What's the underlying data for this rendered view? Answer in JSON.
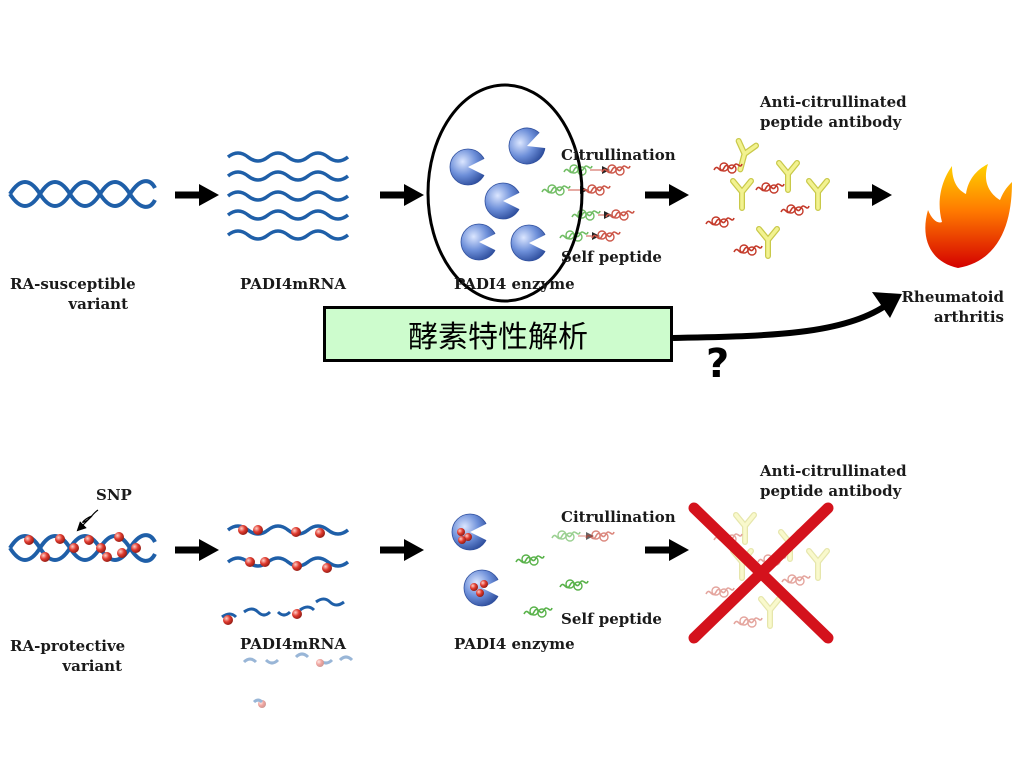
{
  "top_row": {
    "dna_label": [
      "RA-susceptible",
      "variant"
    ],
    "mrna_label": "PADI4mRNA",
    "enzyme_label": "PADI4 enzyme",
    "citrullination": "Citrullination",
    "self_peptide": "Self peptide",
    "antibody_label": [
      "Anti-citrullinated",
      "peptide antibody"
    ],
    "disease_label": [
      "Rheumatoid",
      "arthritis"
    ]
  },
  "bottom_row": {
    "snp": "SNP",
    "dna_label": [
      "RA-protective",
      "variant"
    ],
    "mrna_label": "PADI4mRNA",
    "enzyme_label": "PADI4 enzyme",
    "citrullination": "Citrullination",
    "self_peptide": "Self peptide",
    "antibody_label": [
      "Anti-citrullinated",
      "peptide antibody"
    ]
  },
  "highlight_box": {
    "text": "酵素特性解析"
  },
  "question_mark": "?",
  "colors": {
    "dna": "#1f5fa8",
    "mrna": "#1f5fa8",
    "enzyme": "#4a78cc",
    "antibody": "#e8e86a",
    "peptide_red": "#c43a2a",
    "peptide_green": "#59b24a",
    "snp_dot": "#d9312b",
    "cross": "#d4121c",
    "box_fill": "#cdfccd"
  }
}
